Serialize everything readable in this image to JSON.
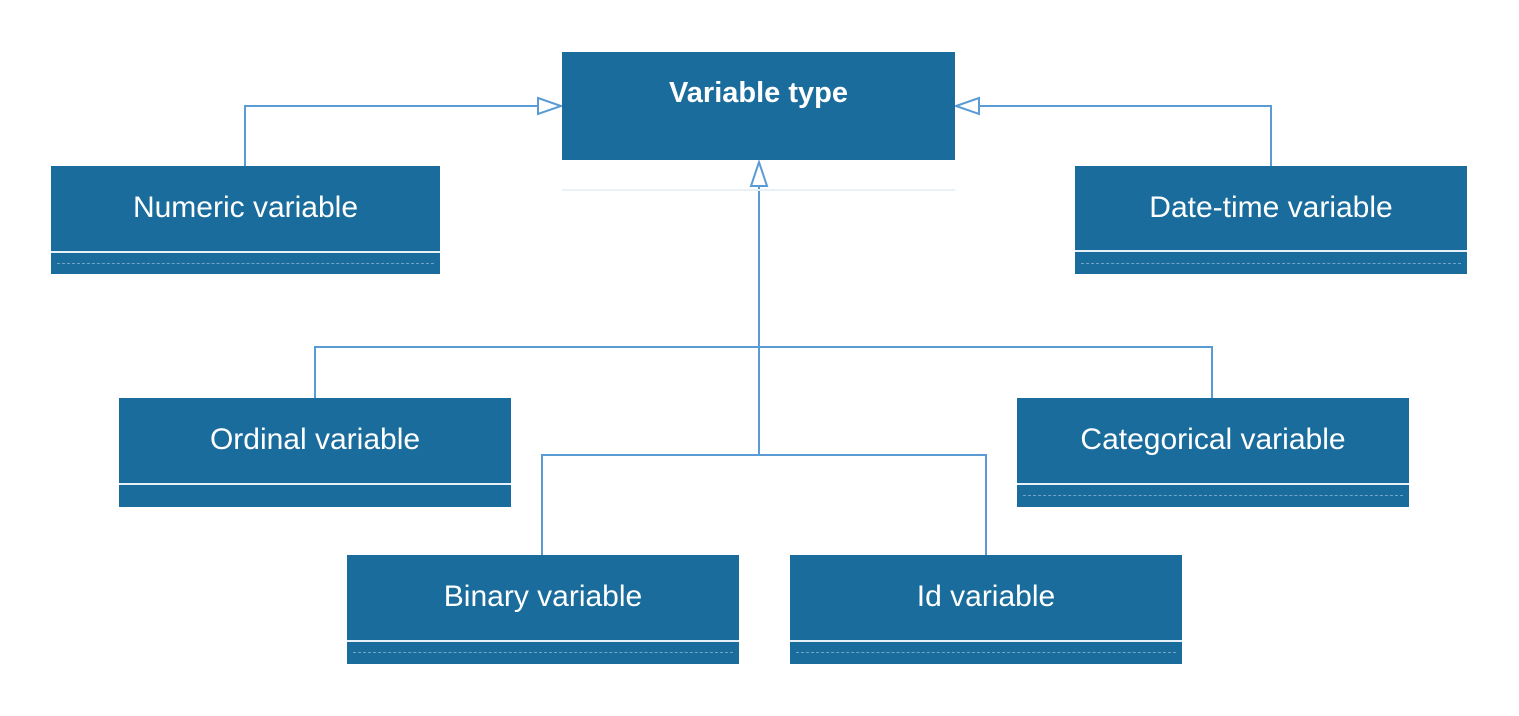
{
  "diagram": {
    "root": "Variable type",
    "subclasses": {
      "numeric": "Numeric variable",
      "datetime": "Date-time variable",
      "ordinal": "Ordinal variable",
      "categorical": "Categorical variable",
      "binary": "Binary variable",
      "id": "Id variable"
    },
    "relationship": "generalization"
  },
  "colors": {
    "class_fill": "#1a6c9c",
    "class_text": "#ffffff",
    "connector": "#5b9bd5"
  }
}
